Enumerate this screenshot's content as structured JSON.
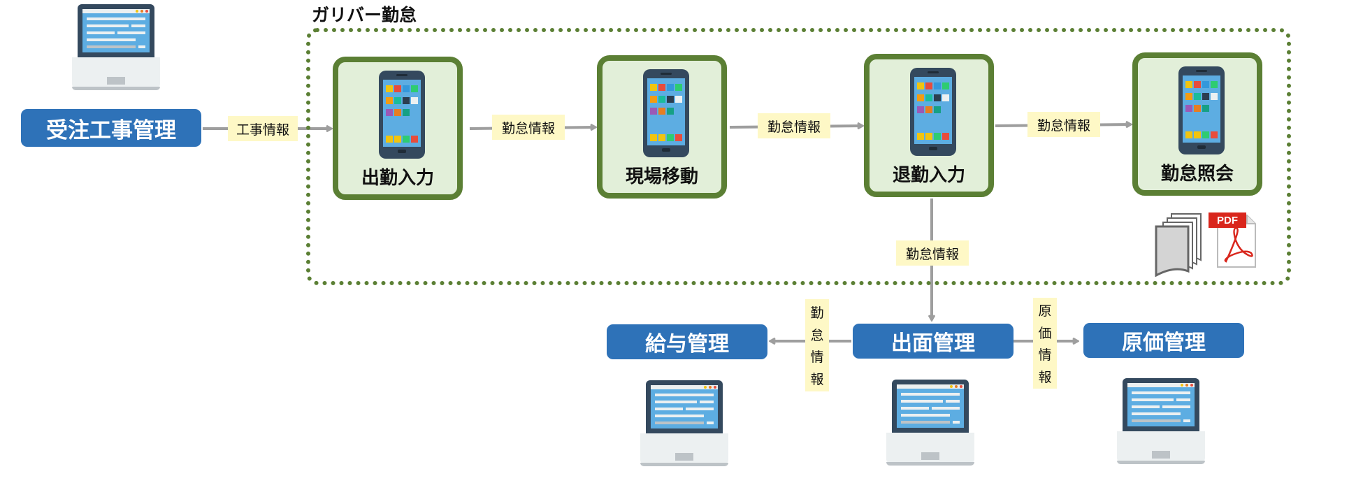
{
  "group_title": "ガリバー勤怠",
  "nodes": {
    "order": "受注工事管理",
    "clock_in": "出勤入力",
    "site_move": "現場移動",
    "clock_out": "退勤入力",
    "attendance_view": "勤怠照会",
    "payroll": "給与管理",
    "output": "出面管理",
    "cost": "原価管理"
  },
  "edge_labels": {
    "order_to_clock_in": "工事情報",
    "clock_in_to_site_move": "勤怠情報",
    "site_move_to_clock_out": "勤怠情報",
    "clock_out_to_view": "勤怠情報",
    "clock_out_to_output": "勤怠情報",
    "output_to_payroll": [
      "勤",
      "怠",
      "情",
      "報"
    ],
    "output_to_cost": [
      "原",
      "価",
      "情",
      "報"
    ]
  },
  "icons": {
    "pdf_badge": "PDF"
  },
  "colors": {
    "blue_box": "#2e72b8",
    "step_fill": "#e2efd9",
    "step_border": "#5b7f34",
    "tag_fill": "#fef8c6",
    "arrow": "#9e9e9e"
  }
}
